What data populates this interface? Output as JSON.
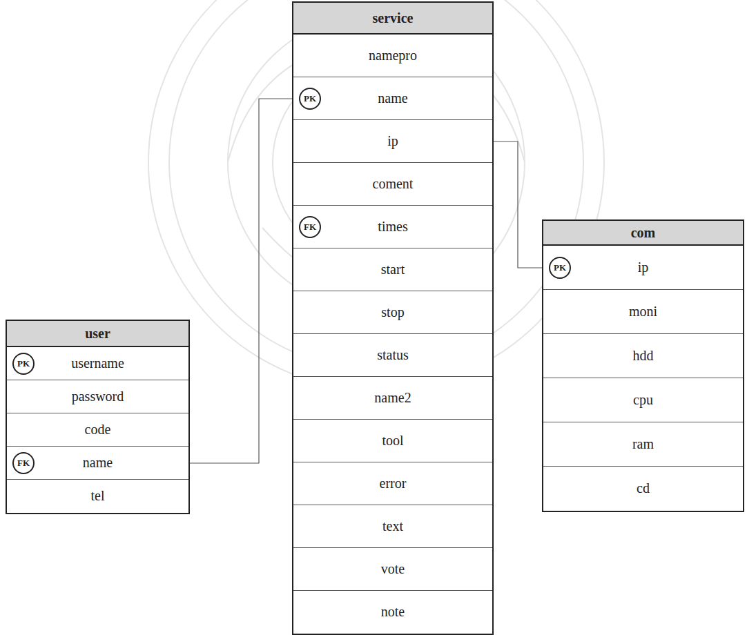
{
  "diagram": {
    "nodes": [
      {
        "text": [
          "user",
          "username",
          "password",
          "code",
          "name",
          "tel"
        ]
      },
      {
        "text": [
          "PK"
        ],
        "in": 0
      },
      {
        "text": [
          "FK"
        ],
        "in": 0
      },
      {
        "text": [
          "service",
          "namepro",
          "name",
          "ip",
          "coment",
          "times",
          "start",
          "stop",
          "status",
          "name2",
          "tool",
          "error",
          "text",
          "vote",
          "note"
        ]
      },
      {
        "text": [
          "PK"
        ],
        "in": 3
      },
      {
        "text": [
          "FK"
        ],
        "in": 3
      },
      {
        "text": [
          "com",
          "ip",
          "moni",
          "hdd",
          "cpu",
          "ram",
          "cd"
        ]
      },
      {
        "text": [
          "PK"
        ],
        "in": 6
      }
    ],
    "edges": [
      {
        "from": 0,
        "to": 3,
        "arrow": "none"
      },
      {
        "from": 3,
        "to": 6,
        "arrow": "none"
      }
    ]
  }
}
